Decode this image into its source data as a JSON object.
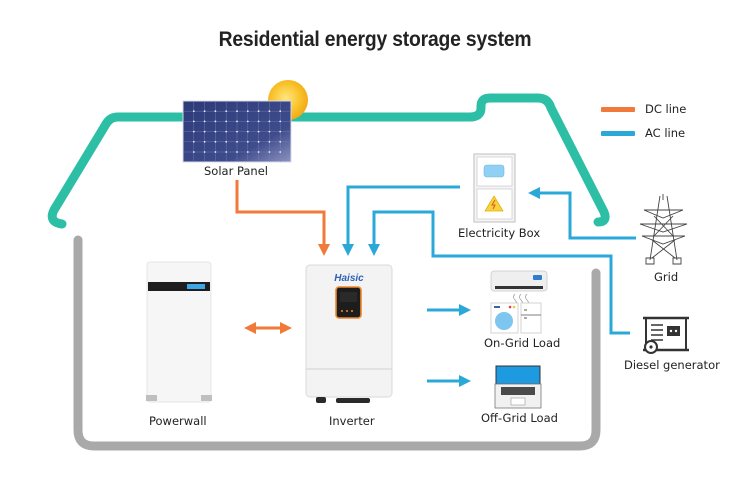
{
  "title": "Residential energy storage system",
  "legend": [
    {
      "label": "DC line",
      "color": "#f07a3a"
    },
    {
      "label": "AC line",
      "color": "#2aa8d8"
    }
  ],
  "components": {
    "solar_panel": "Solar Panel",
    "electricity_box": "Electricity Box",
    "grid": "Grid",
    "diesel_generator": "Diesel generator",
    "powerwall": "Powerwall",
    "inverter": "Inverter",
    "inverter_brand": "Haisic",
    "on_grid_load": "On-Grid Load",
    "off_grid_load": "Off-Grid Load"
  },
  "colors": {
    "roof": "#2cbfa6",
    "house_wall": "#a9a9a9",
    "dc": "#f07a3a",
    "ac": "#2aa8d8"
  }
}
